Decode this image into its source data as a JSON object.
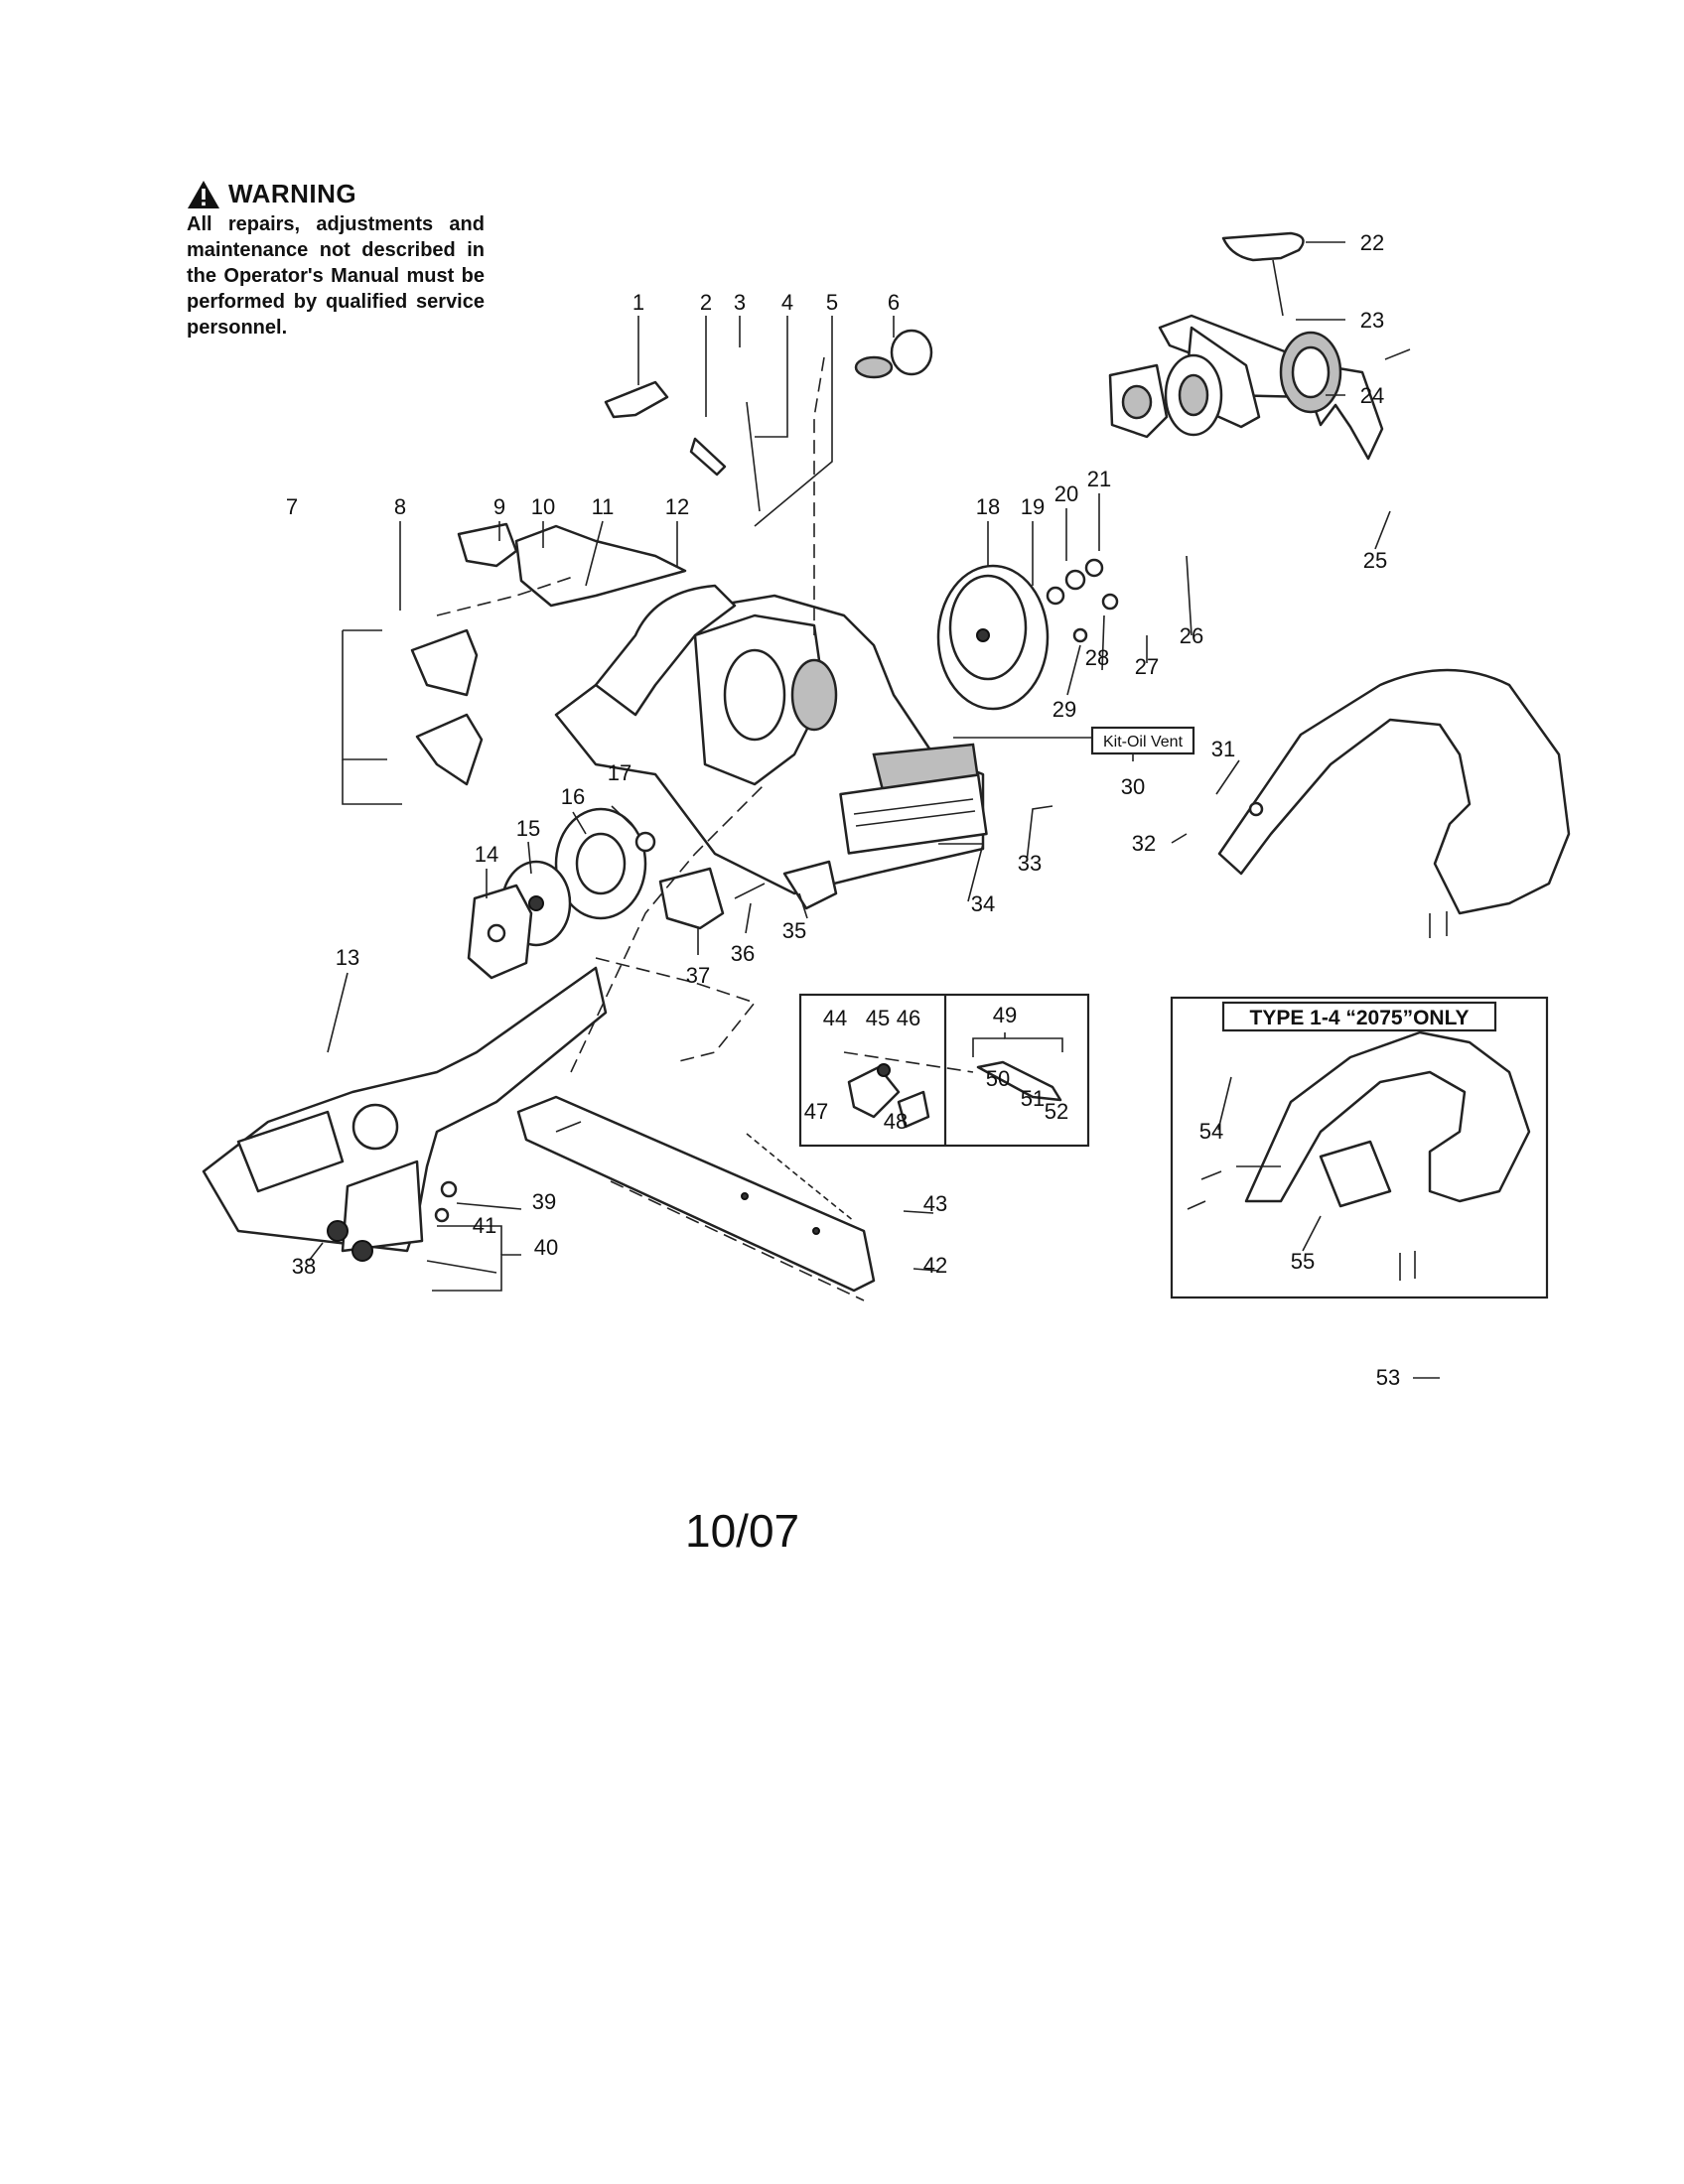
{
  "warning": {
    "title": "WARNING",
    "text": "All repairs, adjustments and maintenance not described in the Operator's Manual must be performed by qualified service personnel."
  },
  "callout_box_label": "Kit-Oil Vent",
  "type_label": "TYPE 1-4 “2075”ONLY",
  "date_code": "10/07",
  "part_numbers": [
    "1",
    "2",
    "3",
    "4",
    "5",
    "6",
    "7",
    "8",
    "9",
    "10",
    "11",
    "12",
    "13",
    "14",
    "15",
    "16",
    "17",
    "18",
    "19",
    "20",
    "21",
    "22",
    "23",
    "24",
    "25",
    "26",
    "27",
    "28",
    "29",
    "30",
    "31",
    "32",
    "33",
    "34",
    "35",
    "36",
    "37",
    "38",
    "39",
    "40",
    "41",
    "42",
    "43",
    "44",
    "45",
    "46",
    "47",
    "48",
    "49",
    "50",
    "51",
    "52",
    "53",
    "54",
    "55"
  ]
}
